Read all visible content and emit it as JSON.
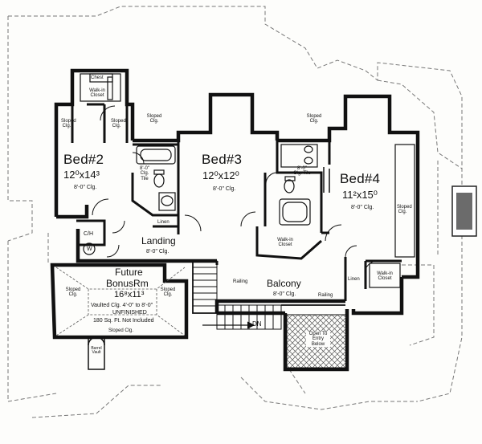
{
  "rooms": {
    "bed2": {
      "name": "Bed#2",
      "size": "12⁰x14³",
      "ceiling": "8'-0\" Clg."
    },
    "bed3": {
      "name": "Bed#3",
      "size": "12⁰x12⁰",
      "ceiling": "8'-0\" Clg."
    },
    "bed4": {
      "name": "Bed#4",
      "size": "11²x15⁰",
      "ceiling": "8'-0\" Clg."
    },
    "landing": {
      "name": "Landing",
      "ceiling": "8'-0\" Clg."
    },
    "balcony": {
      "name": "Balcony",
      "ceiling": "8'-0\" Clg."
    },
    "bonus": {
      "name_line1": "Future",
      "name_line2": "BonusRm",
      "size": "16⁸x11³",
      "ceiling": "Vaulted Clg. 4'-0\" to 8'-0\"",
      "status": "UNFINISHED",
      "note": "180 Sq. Ft. Not Included"
    }
  },
  "labels": {
    "chest": "Chest",
    "walk_in_closet_top": "Walk-in Closet",
    "sloped_clg_1": "Sloped Clg.",
    "sloped_clg_2": "Sloped Clg.",
    "sloped_clg_3": "Sloped Clg.",
    "sloped_clg_4": "Sloped Clg.",
    "sloped_clg_5": "Sloped Clg.",
    "sloped_clg_6": "Sloped Clg.",
    "sloped_clg_7": "Sloped Clg.",
    "sloped_clg_8": "Sloped Clg.",
    "bath1_clg": "8'-0\" Clg. Tile",
    "bath2_clg": "8'-0\" Clg. Tile",
    "linen_1": "Linen",
    "linen_2": "Linen",
    "ch": "C/H",
    "w": "W",
    "walk_in_closet_bed3": "Walk-in Closet",
    "walk_in_closet_bed4": "Walk-in Closet",
    "railing_1": "Railing",
    "railing_2": "Railing",
    "dn": "DN",
    "open_entry": "Open To Entry Below",
    "barrel_vault": "Barrel Vault"
  }
}
